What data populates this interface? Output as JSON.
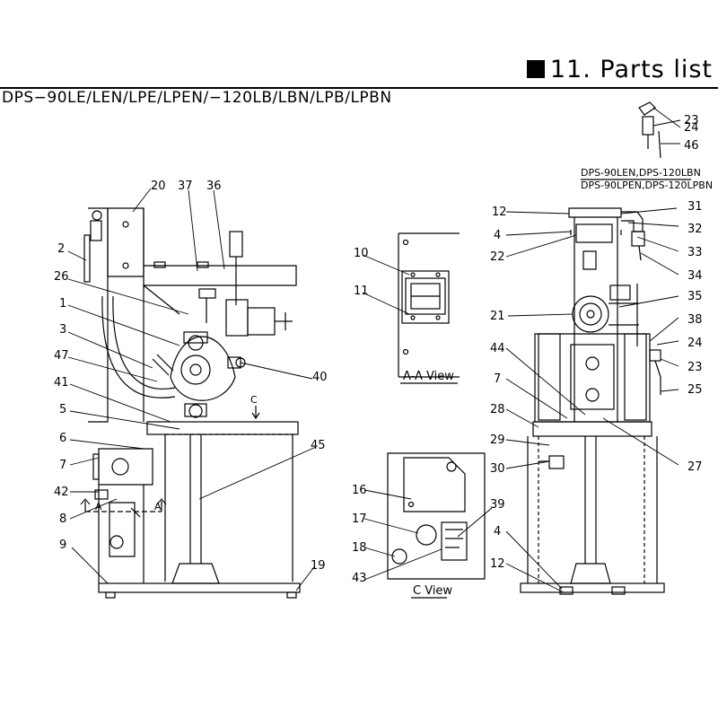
{
  "header": {
    "section_title": "11. Parts list",
    "model_title": "DPS−90LE/LEN/LPE/LPEN/−120LB/LBN/LPB/LPBN"
  },
  "inset": {
    "caption_line1": "DPS-90LEN,DPS-120LBN",
    "caption_line2": "DPS-90LPEN,DPS-120LPBN"
  },
  "views": {
    "aa": "A-A View",
    "c": "C View"
  },
  "markers": {
    "section_a_left": "A",
    "section_a_right": "A",
    "view_c": "C"
  },
  "callouts": {
    "side": [
      "20",
      "37",
      "36",
      "2",
      "26",
      "1",
      "3",
      "47",
      "40",
      "41",
      "5",
      "6",
      "7",
      "42",
      "8",
      "9",
      "19",
      "45"
    ],
    "aa": [
      "10",
      "11"
    ],
    "cview": [
      "16",
      "17",
      "18",
      "43",
      "39"
    ],
    "front": [
      "12",
      "4",
      "22",
      "21",
      "44",
      "7",
      "28",
      "29",
      "30",
      "4",
      "12",
      "31",
      "32",
      "33",
      "34",
      "35",
      "38",
      "24",
      "23",
      "25",
      "27"
    ],
    "inset": [
      "24",
      "23",
      "46"
    ]
  },
  "colors": {
    "ink": "#000000",
    "background": "#ffffff"
  }
}
